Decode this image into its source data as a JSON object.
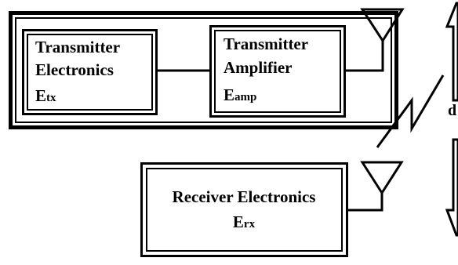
{
  "transmitter_electronics": {
    "line1": "Transmitter",
    "line2": "Electronics",
    "sym_base": "E",
    "sym_sub": "tx"
  },
  "transmitter_amplifier": {
    "line1": "Transmitter",
    "line2": "Amplifier",
    "sym_base": "E",
    "sym_sub": "amp"
  },
  "receiver_electronics": {
    "line1": "Receiver Electronics",
    "sym_base": "E",
    "sym_sub": "rx"
  },
  "distance_label": "d"
}
